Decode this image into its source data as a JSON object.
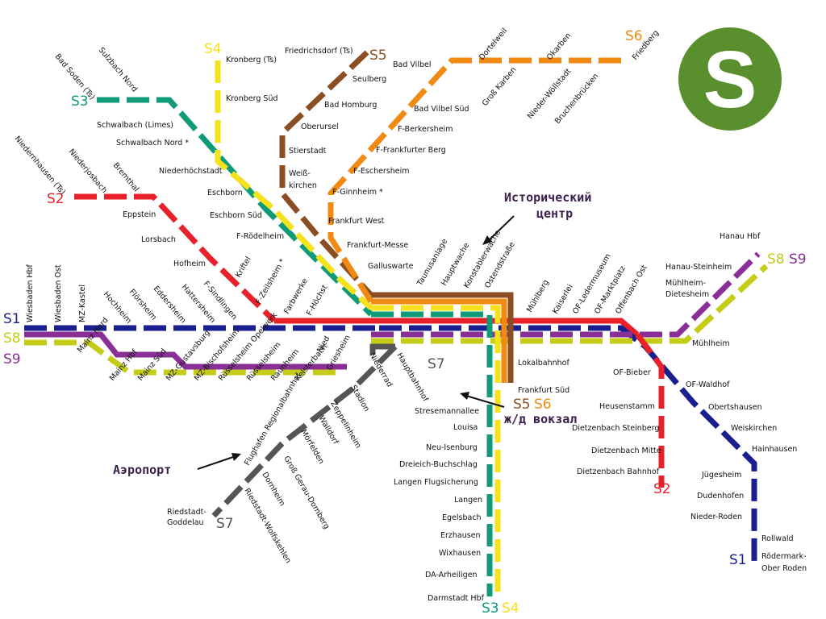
{
  "colors": {
    "S1": "#1a1f8f",
    "S2": "#e8202a",
    "S3": "#0f9a78",
    "S4": "#f5e21c",
    "S5": "#8a4e22",
    "S6": "#f08a12",
    "S7": "#555555",
    "S8": "#c4cc18",
    "S9": "#8a2f96",
    "logo": "#5a8f2e"
  },
  "logo": {
    "letter": "S",
    "icon": "s-bahn-logo-icon"
  },
  "line_labels": {
    "s1_west": "S1",
    "s8_west": "S8",
    "s9_west": "S9",
    "s1_east": "S1",
    "s2_east": "S2",
    "s2_west": "S2",
    "s3_west": "S3",
    "s4_north": "S4",
    "s5_north": "S5",
    "s6_north": "S6",
    "s8_east": "S8",
    "s9_east": "S9",
    "s7_center": "S7",
    "s7_south": "S7",
    "s5_south": "S5",
    "s6_south": "S6",
    "s3_south": "S3",
    "s4_south": "S4"
  },
  "annotations": {
    "historic": [
      "Исторический",
      "центр"
    ],
    "station": "ж/д вокзал",
    "airport": "Аэропорт"
  },
  "stations": {
    "wiesbaden_hbf": "Wiesbaden Hbf",
    "wiesbaden_ost": "Wiesbaden Ost",
    "mz_kastel": "MZ-Kastel",
    "hochheim": "Hochheim",
    "floersheim": "Flörsheim",
    "eddersheim": "Eddersheim",
    "hattersheim": "Hattersheim",
    "f_sindlingen": "F-Sindlingen",
    "f_zeilsheim": "F-Zeilsheim *",
    "farbwerke": "Farbwerke",
    "f_hoechst": "F-Höchst",
    "nied": "Nied",
    "griesheim": "Griesheim",
    "niederrad": "Niederrad",
    "hauptbahnhof": "Hauptbahnhof",
    "mainz_nord": "Mainz Nord",
    "mainz_hbf": "Mainz Hbf",
    "mainz_sued": "Mainz Süd",
    "mz_gustavsburg": "MZ-Gustavsburg",
    "mz_bischofsheim": "MZ-Bischofsheim",
    "ruesselsheim_opelwerk": "Rüsselsheim Opelwerk",
    "ruesselsheim": "Rüsselsheim",
    "raunheim": "Raunheim",
    "kelsterbach": "Kelsterbach",
    "flughafen": "Flughafen Regionalbahnhof",
    "stadion": "Stadion",
    "zeppelinheim": "Zeppelinheim",
    "walldorf": "Walldorf",
    "moerfelden": "Mörfelden",
    "gross_gerau": "Groß Gerau-Dornberg",
    "dornheim": "Dornheim",
    "wolfskehlen": "Riedstadt-Wolfskehlen",
    "goddelau_1": "Riedstadt-",
    "goddelau_2": "Goddelau",
    "niedernhausen": "Niedernhausen (Ts)",
    "niederjosbach": "Niederjosbach",
    "bremthal": "Bremthal",
    "eppstein": "Eppstein",
    "lorsbach": "Lorsbach",
    "hofheim": "Hofheim",
    "kriftel": "Kriftel",
    "bad_soden": "Bad Soden (Ts)",
    "sulzbach_nord": "Sulzbach Nord",
    "schwalbach_limes": "Schwalbach (Limes)",
    "schwalbach_nord": "Schwalbach Nord *",
    "niederhoechstadt": "Niederhöchstadt",
    "eschborn": "Eschborn",
    "eschborn_sued": "Eschborn Süd",
    "f_roedelheim": "F-Rödelheim",
    "kronberg": "Kronberg (Ts)",
    "kronberg_sued": "Kronberg Süd",
    "friedrichsdorf": "Friedrichsdorf (Ts)",
    "seulberg": "Seulberg",
    "bad_homburg": "Bad Homburg",
    "oberursel": "Oberursel",
    "stierstadt": "Stierstadt",
    "weisskirchen_1": "Weiß-",
    "weisskirchen_2": "kirchen",
    "dortelweil": "Dortelweil",
    "bad_vilbel": "Bad Vilbel",
    "okarben": "Okarben",
    "friedberg": "Friedberg",
    "gross_karben": "Groß Karben",
    "nieder_woellstadt": "Nieder-Wöllstadt",
    "bruchenbruecken": "Bruchenbrücken",
    "bad_vilbel_sued": "Bad Vilbel Süd",
    "f_berkersheim": "F-Berkersheim",
    "f_frankfurter_berg": "F-Frankfurter Berg",
    "f_eschersheim": "F-Eschersheim",
    "f_ginnheim": "F-Ginnheim *",
    "frankfurt_west": "Frankfurt West",
    "frankfurt_messe": "Frankfurt-Messe",
    "galluswarte": "Galluswarte",
    "taunusanlage": "Taunusanlage",
    "hauptwache": "Hauptwache",
    "konstablerwache": "Konstablerwache",
    "ostendstrasse": "Ostendstraße",
    "muehlberg": "Mühlberg",
    "kaiserlei": "Kaiserlei",
    "of_ledermuseum": "OF-Ledermuseum",
    "of_marktplatz": "OF-Marktplatz",
    "offenbach_ost": "Offenbach Ost",
    "lokalbahnhof": "Lokalbahnhof",
    "frankfurt_sued": "Frankfurt Süd",
    "hanau_hbf": "Hanau Hbf",
    "hanau_steinheim": "Hanau-Steinheim",
    "muehlheim_dietesheim_1": "Mühlheim-",
    "muehlheim_dietesheim_2": "Dietesheim",
    "muehlheim": "Mühlheim",
    "of_bieber": "OF-Bieber",
    "heusenstamm": "Heusenstamm",
    "dietzenbach_steinberg": "Dietzenbach Steinberg",
    "dietzenbach_mitte": "Dietzenbach Mitte",
    "dietzenbach_bahnhof": "Dietzenbach Bahnhof",
    "of_waldhof": "OF-Waldhof",
    "obertshausen": "Obertshausen",
    "weiskirchen": "Weiskirchen",
    "hainhausen": "Hainhausen",
    "juegesheim": "Jügesheim",
    "dudenhofen": "Dudenhofen",
    "nieder_roden": "Nieder-Roden",
    "rollwald": "Rollwald",
    "roedermark_1": "Rödermark-",
    "roedermark_2": "Ober Roden",
    "stresemannallee": "Stresemannallee",
    "louisa": "Louisa",
    "neu_isenburg": "Neu-Isenburg",
    "dreieich": "Dreieich-Buchschlag",
    "langen_flug": "Langen Flugsicherung",
    "langen": "Langen",
    "egelsbach": "Egelsbach",
    "erzhausen": "Erzhausen",
    "wixhausen": "Wixhausen",
    "da_arheilgen": "DA-Arheiligen",
    "darmstadt_hbf": "Darmstadt Hbf"
  }
}
